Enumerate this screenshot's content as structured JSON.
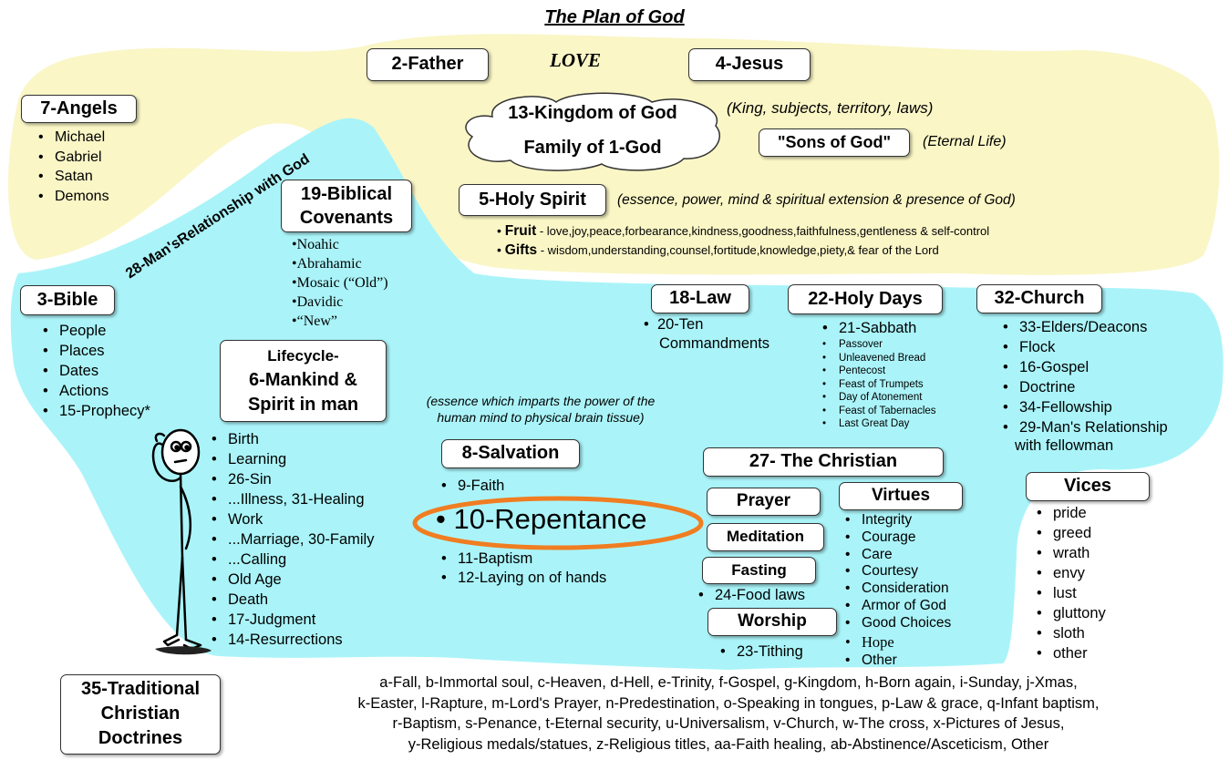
{
  "title": "The Plan of God",
  "top": {
    "father": "2-Father",
    "love": "LOVE",
    "jesus": "4-Jesus",
    "kingdom_line1": "13-Kingdom of God",
    "kingdom_line2": "Family of 1-God",
    "kingdom_note": "(King, subjects, territory, laws)",
    "sons": "\"Sons of God\"",
    "sons_note": "(Eternal Life)",
    "holy_spirit": "5-Holy Spirit",
    "holy_spirit_note": "(essence, power, mind & spiritual extension & presence of God)",
    "fruit_label": "Fruit",
    "fruit_text": " - love,joy,peace,forbearance,kindness,goodness,faithfulness,gentleness & self-control",
    "gifts_label": "Gifts",
    "gifts_text": " - wisdom,understanding,counsel,fortitude,knowledge,piety,& fear of the Lord"
  },
  "angels": {
    "title": "7-Angels",
    "items": [
      "Michael",
      "Gabriel",
      "Satan",
      "Demons"
    ]
  },
  "relationship_label": "28-Man'sRelationship with God",
  "covenants": {
    "title_line1": "19-Biblical",
    "title_line2": "Covenants",
    "items": [
      "•Noahic",
      "•Abrahamic",
      "•Mosaic (“Old”)",
      "•Davidic",
      "•“New”"
    ]
  },
  "bible": {
    "title": "3-Bible",
    "items": [
      "People",
      "Places",
      "Dates",
      "Actions",
      "15-Prophecy*"
    ]
  },
  "lifecycle": {
    "title_line1": "Lifecycle-",
    "title_line2": "6-Mankind &",
    "title_line3": "Spirit in man",
    "note_line1": "(essence which imparts the power of the",
    "note_line2": "human mind to physical brain tissue)",
    "items": [
      "Birth",
      "Learning",
      "26-Sin",
      "...Illness, 31-Healing",
      "Work",
      "...Marriage, 30-Family",
      "...Calling",
      "Old Age",
      "Death",
      "17-Judgment",
      "14-Resurrections"
    ]
  },
  "law": {
    "title": "18-Law",
    "item_line1": "20-Ten",
    "item_line2": "Commandments"
  },
  "holy_days": {
    "title": "22-Holy Days",
    "main_item": "21-Sabbath",
    "items": [
      "Passover",
      "Unleavened Bread",
      "Pentecost",
      "Feast of Trumpets",
      "Day of Atonement",
      "Feast of Tabernacles",
      "Last Great Day"
    ]
  },
  "church": {
    "title": "32-Church",
    "items": [
      "33-Elders/Deacons",
      "Flock",
      "16-Gospel",
      "Doctrine",
      "34-Fellowship",
      "29-Man's Relationship"
    ],
    "last_line": "with fellowman"
  },
  "salvation": {
    "title": "8-Salvation",
    "items_top": [
      "9-Faith"
    ],
    "highlight": "10-Repentance",
    "items_bottom": [
      "11-Baptism",
      "12-Laying on of hands"
    ],
    "highlight_color": "#f07d21"
  },
  "christian": {
    "title": "27- The Christian",
    "prayer": "Prayer",
    "meditation": "Meditation",
    "fasting": "Fasting",
    "fasting_item": "24-Food laws",
    "worship": "Worship",
    "worship_item": "23-Tithing",
    "virtues_title": "Virtues",
    "virtues": [
      "Integrity",
      "Courage",
      "Care",
      "Courtesy",
      "Consideration",
      "Armor of God",
      "Good Choices",
      "Hope",
      "Other"
    ]
  },
  "vices": {
    "title": "Vices",
    "items": [
      "pride",
      "greed",
      "wrath",
      "envy",
      "lust",
      "gluttony",
      "sloth",
      "other"
    ]
  },
  "doctrines": {
    "title_line1": "35-Traditional",
    "title_line2": "Christian",
    "title_line3": "Doctrines",
    "lines": [
      "a-Fall, b-Immortal soul, c-Heaven, d-Hell, e-Trinity, f-Gospel, g-Kingdom, h-Born again, i-Sunday, j-Xmas,",
      "k-Easter, l-Rapture, m-Lord's Prayer, n-Predestination, o-Speaking in tongues, p-Law & grace, q-Infant baptism,",
      "r-Baptism, s-Penance, t-Eternal security, u-Universalism, v-Church, w-The cross, x-Pictures of Jesus,",
      "y-Religious medals/statues, z-Religious titles, aa-Faith healing, ab-Abstinence/Asceticism, Other"
    ]
  },
  "colors": {
    "yellow_region": "#faf6c6",
    "cyan_region": "#aaf4f9",
    "highlight_ring": "#f07d21"
  }
}
